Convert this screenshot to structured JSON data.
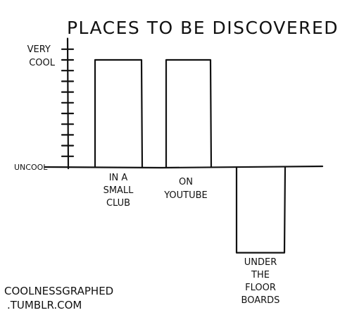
{
  "chart_data": {
    "type": "bar",
    "title": "PLACES TO BE DISCOVERED",
    "xlabel": "",
    "ylabel": "",
    "y_top_label_lines": [
      "VERY",
      "COOL"
    ],
    "y_bottom_label": "UNCOOL",
    "categories": [
      [
        "IN A",
        "SMALL",
        "CLUB"
      ],
      [
        "ON",
        "YOUTUBE"
      ],
      [
        "UNDER",
        "THE",
        "FLOOR",
        "BOARDS"
      ]
    ],
    "values": [
      10,
      10,
      -8
    ],
    "ylim": [
      -8.5,
      12
    ],
    "grid": false
  },
  "credit_lines": [
    "COOLNESSGRAPHED",
    ".TUMBLR.COM"
  ]
}
